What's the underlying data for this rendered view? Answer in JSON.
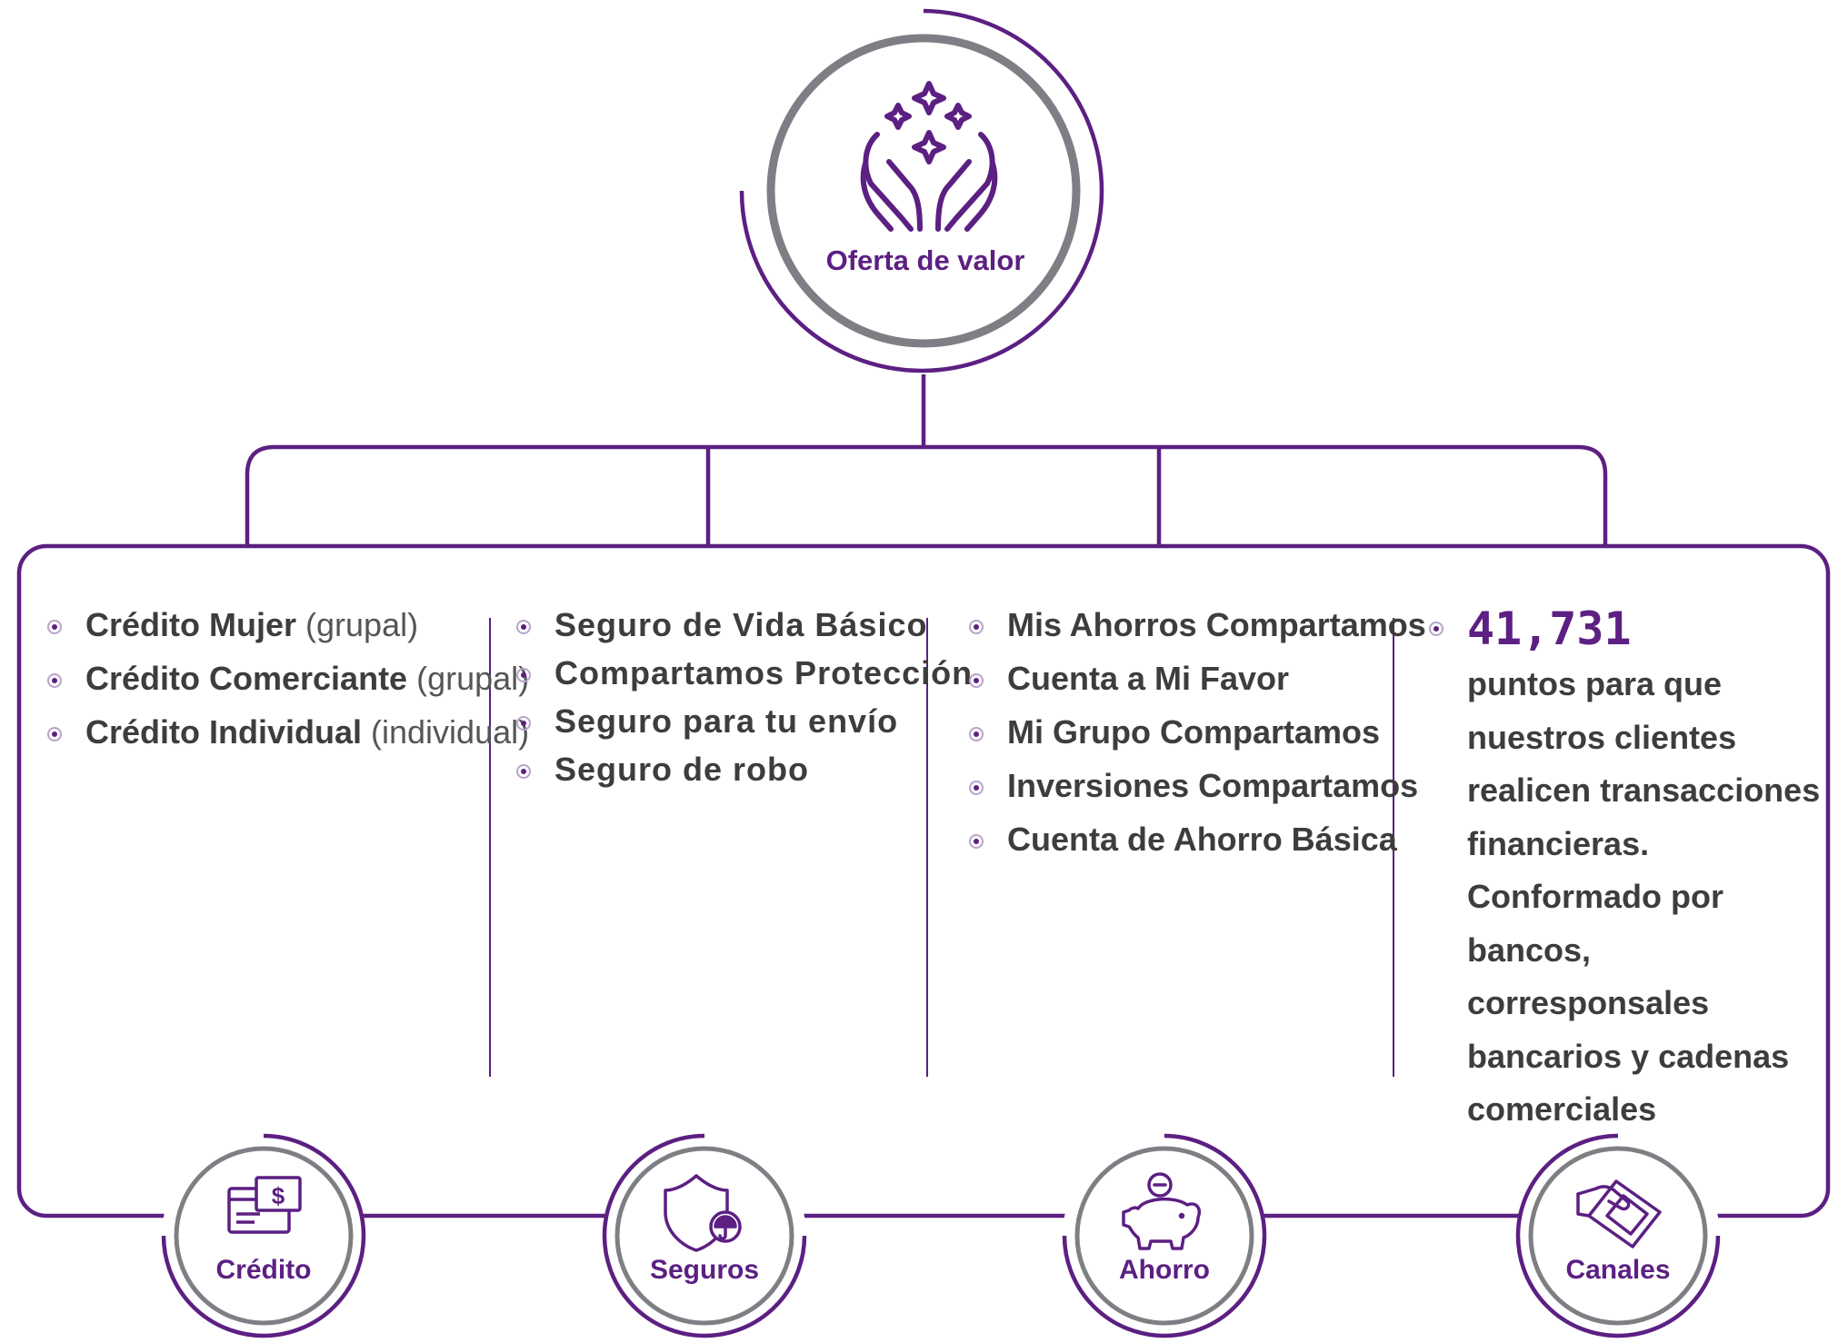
{
  "top_node": {
    "label": "Oferta de valor",
    "icon": "hands-sparkles-icon"
  },
  "colors": {
    "accent": "#5c1f82",
    "ring_gray": "#7d7f84",
    "text": "#3d3d3d"
  },
  "columns": [
    {
      "id": "credito",
      "items": [
        {
          "bold": "Crédito Mujer",
          "light": "(grupal)"
        },
        {
          "bold": "Crédito Comerciante",
          "light": "(grupal)"
        },
        {
          "bold": "Crédito Individual",
          "light": "(individual)"
        }
      ]
    },
    {
      "id": "seguros",
      "items": [
        {
          "bold": "Seguro de Vida Básico",
          "light": ""
        },
        {
          "bold": "Compartamos Protección",
          "light": ""
        },
        {
          "bold": "Seguro para tu envío",
          "light": ""
        },
        {
          "bold": "Seguro de robo",
          "light": ""
        }
      ]
    },
    {
      "id": "ahorro",
      "items": [
        {
          "bold": "Mis Ahorros Compartamos",
          "light": ""
        },
        {
          "bold": "Cuenta a Mi Favor",
          "light": ""
        },
        {
          "bold": "Mi Grupo Compartamos",
          "light": ""
        },
        {
          "bold": "Inversiones Compartamos",
          "light": ""
        },
        {
          "bold": "Cuenta de Ahorro Básica",
          "light": ""
        }
      ]
    }
  ],
  "canales": {
    "number": "41,731",
    "text": "puntos para que\nnuestros clientes\nrealicen transacciones\nfinancieras.\nConformado por bancos,\ncorresponsales\nbancarios y cadenas\ncomerciales"
  },
  "bottom_nodes": [
    {
      "label": "Crédito",
      "icon": "credit-card-money-icon"
    },
    {
      "label": "Seguros",
      "icon": "shield-umbrella-icon"
    },
    {
      "label": "Ahorro",
      "icon": "piggy-bank-icon"
    },
    {
      "label": "Canales",
      "icon": "hand-banknote-icon"
    }
  ]
}
